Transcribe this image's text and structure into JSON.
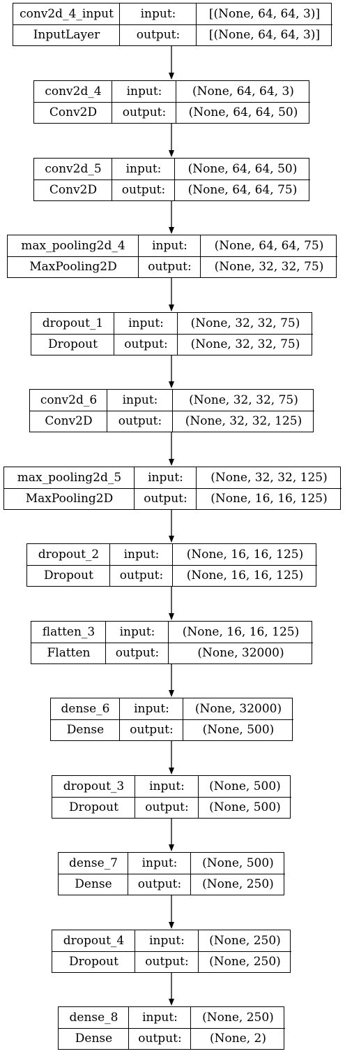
{
  "nodes": [
    {
      "name": "conv2d_4_input",
      "type": "InputLayer",
      "input_label": "input:",
      "output_label": "output:",
      "input_shape": "[(None, 64, 64, 3)]",
      "output_shape": "[(None, 64, 64, 3)]"
    },
    {
      "name": "conv2d_4",
      "type": "Conv2D",
      "input_label": "input:",
      "output_label": "output:",
      "input_shape": "(None, 64, 64, 3)",
      "output_shape": "(None, 64, 64, 50)"
    },
    {
      "name": "conv2d_5",
      "type": "Conv2D",
      "input_label": "input:",
      "output_label": "output:",
      "input_shape": "(None, 64, 64, 50)",
      "output_shape": "(None, 64, 64, 75)"
    },
    {
      "name": "max_pooling2d_4",
      "type": "MaxPooling2D",
      "input_label": "input:",
      "output_label": "output:",
      "input_shape": "(None, 64, 64, 75)",
      "output_shape": "(None, 32, 32, 75)"
    },
    {
      "name": "dropout_1",
      "type": "Dropout",
      "input_label": "input:",
      "output_label": "output:",
      "input_shape": "(None, 32, 32, 75)",
      "output_shape": "(None, 32, 32, 75)"
    },
    {
      "name": "conv2d_6",
      "type": "Conv2D",
      "input_label": "input:",
      "output_label": "output:",
      "input_shape": "(None, 32, 32, 75)",
      "output_shape": "(None, 32, 32, 125)"
    },
    {
      "name": "max_pooling2d_5",
      "type": "MaxPooling2D",
      "input_label": "input:",
      "output_label": "output:",
      "input_shape": "(None, 32, 32, 125)",
      "output_shape": "(None, 16, 16, 125)"
    },
    {
      "name": "dropout_2",
      "type": "Dropout",
      "input_label": "input:",
      "output_label": "output:",
      "input_shape": "(None, 16, 16, 125)",
      "output_shape": "(None, 16, 16, 125)"
    },
    {
      "name": "flatten_3",
      "type": "Flatten",
      "input_label": "input:",
      "output_label": "output:",
      "input_shape": "(None, 16, 16, 125)",
      "output_shape": "(None, 32000)"
    },
    {
      "name": "dense_6",
      "type": "Dense",
      "input_label": "input:",
      "output_label": "output:",
      "input_shape": "(None, 32000)",
      "output_shape": "(None, 500)"
    },
    {
      "name": "dropout_3",
      "type": "Dropout",
      "input_label": "input:",
      "output_label": "output:",
      "input_shape": "(None, 500)",
      "output_shape": "(None, 500)"
    },
    {
      "name": "dense_7",
      "type": "Dense",
      "input_label": "input:",
      "output_label": "output:",
      "input_shape": "(None, 500)",
      "output_shape": "(None, 250)"
    },
    {
      "name": "dropout_4",
      "type": "Dropout",
      "input_label": "input:",
      "output_label": "output:",
      "input_shape": "(None, 250)",
      "output_shape": "(None, 250)"
    },
    {
      "name": "dense_8",
      "type": "Dense",
      "input_label": "input:",
      "output_label": "output:",
      "input_shape": "(None, 250)",
      "output_shape": "(None, 2)"
    }
  ]
}
